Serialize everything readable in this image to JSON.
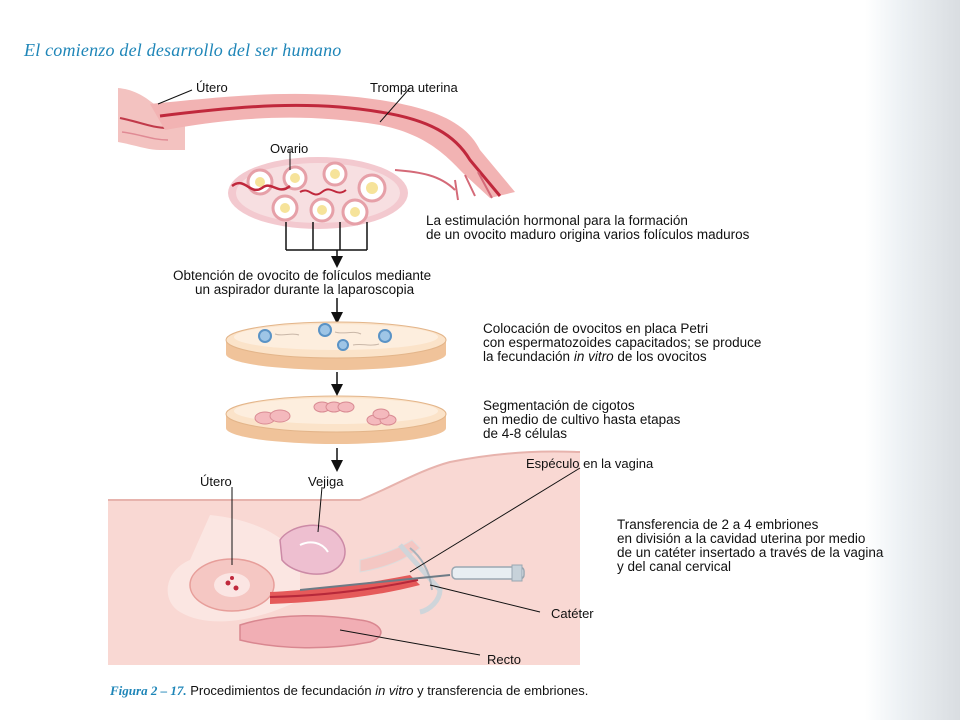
{
  "header": {
    "title": "El comienzo del desarrollo del ser humano"
  },
  "labels": {
    "utero_top": "Útero",
    "trompa": "Trompa uterina",
    "ovario": "Ovario",
    "utero_bottom": "Útero",
    "vejiga": "Vejiga",
    "especulo": "Espéculo en la vagina",
    "cateter": "Catéter",
    "recto": "Recto"
  },
  "steps": {
    "stimulation": [
      "La estimulación hormonal para la formación",
      "de un ovocito maduro origina varios folículos maduros"
    ],
    "aspiration": [
      "Obtención de ovocito de folículos mediante",
      "un aspirador durante la laparoscopia"
    ],
    "petri": {
      "line1": "Colocación de ovocitos en placa Petri",
      "line2": "con espermatozoides capacitados; se produce",
      "line3_pre": "la fecundación ",
      "line3_it": "in vitro",
      "line3_post": " de los ovocitos"
    },
    "segmentation": [
      "Segmentación de cigotos",
      "en medio de cultivo hasta etapas",
      "de 4-8 células"
    ],
    "transfer": [
      "Transferencia de 2 a 4 embriones",
      "en división a la cavidad uterina por medio",
      "de un catéter insertado a través de la vagina",
      "y del canal cervical"
    ]
  },
  "caption": {
    "figure": "Figura 2 – 17.",
    "pre": " Procedimientos de fecundación ",
    "it": "in vitro",
    "post": " y transferencia de embriones."
  }
}
